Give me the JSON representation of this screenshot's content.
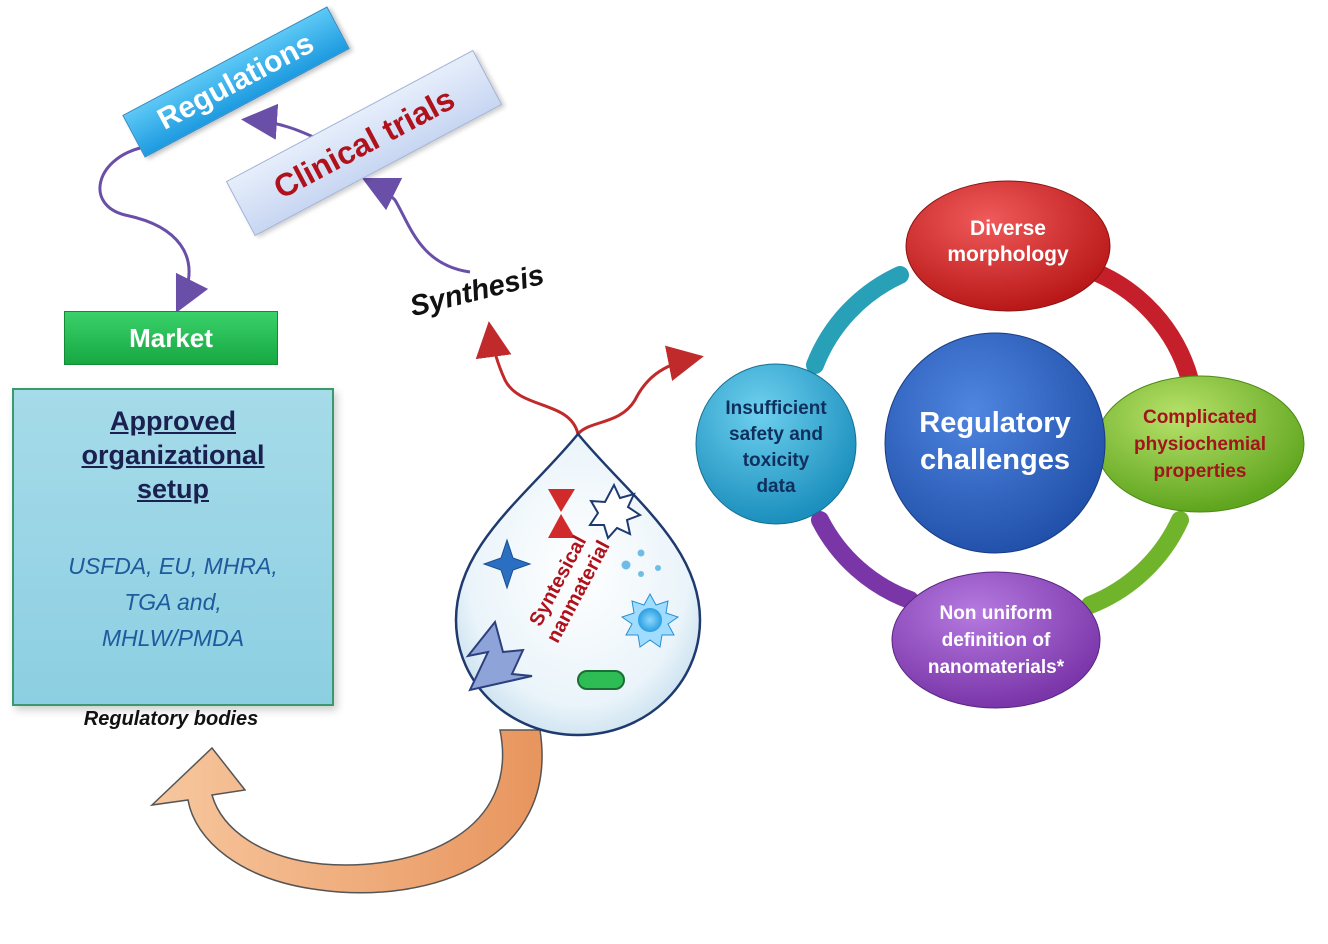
{
  "flow": {
    "regulations": "Regulations",
    "clinical_trials": "Clinical trials",
    "synthesis": "Synthesis",
    "market": "Market"
  },
  "approved": {
    "title_line1": "Approved",
    "title_line2": "organizational",
    "title_line3": "setup",
    "bodies_line1": "USFDA, EU, MHRA,",
    "bodies_line2": "TGA and,",
    "bodies_line3": "MHLW/PMDA",
    "caption": "Regulatory bodies"
  },
  "drop": {
    "label_line1": "Syntesical",
    "label_line2": "nanmaterial"
  },
  "challenges": {
    "center_line1": "Regulatory",
    "center_line2": "challenges",
    "top_line1": "Diverse",
    "top_line2": "morphology",
    "right_line1": "Complicated",
    "right_line2": "physiochemial",
    "right_line3": "properties",
    "bottom_line1": "Non uniform",
    "bottom_line2": "definition of",
    "bottom_line3": "nanomaterials*",
    "left_line1": "Insufficient",
    "left_line2": "safety and",
    "left_line3": "toxicity",
    "left_line4": "data"
  },
  "colors": {
    "regulations_bg": "#1d9ae0",
    "clinical_text": "#b0121c",
    "market_bg": "#17a842",
    "approved_bg": "#8ccfe2",
    "center_circle": "#2c5fc0",
    "top_circle": "#d42a2a",
    "right_circle": "#7cc234",
    "bottom_circle": "#8f45bb",
    "left_circle": "#2aa3cc",
    "arrow_purple": "#6a4fa8",
    "arrow_red": "#c02a2a",
    "big_arrow": "#f3b27e"
  }
}
